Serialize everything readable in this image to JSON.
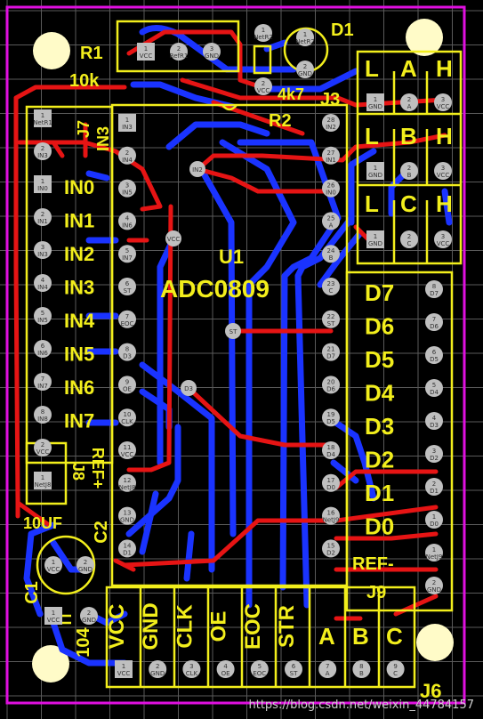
{
  "labels": {
    "r1_name": "R1",
    "r1_value": "10k",
    "r2_name": "R2",
    "r2_value": "4k7",
    "d1_name": "D1",
    "u1_name": "U1",
    "u1_part": "ADC0809",
    "j7_name": "J7",
    "j7_in3": "IN3",
    "j8_name": "J8",
    "j8_ref": "REF+",
    "j3_name": "J3",
    "j9_name": "J9",
    "j6_name": "J6",
    "c1_name": "C1",
    "c1_value": "104",
    "c2_name": "C2",
    "c2_value": "10UF"
  },
  "in_labels": [
    "IN0",
    "IN1",
    "IN2",
    "IN3",
    "IN4",
    "IN5",
    "IN6",
    "IN7"
  ],
  "d_labels": [
    "D7",
    "D6",
    "D5",
    "D4",
    "D3",
    "D2",
    "D1",
    "D0",
    "REF-"
  ],
  "bottom_labels": [
    "VCC",
    "GND",
    "CLK",
    "OE",
    "EOC",
    "STR",
    "A",
    "B",
    "C"
  ],
  "lh_rows": [
    [
      "L",
      "A",
      "H"
    ],
    [
      "L",
      "B",
      "H"
    ],
    [
      "L",
      "C",
      "H"
    ]
  ],
  "pads": {
    "r1": [
      "VCC",
      "RefR1",
      "GND"
    ],
    "j3": [
      [
        "GND",
        "A",
        "VCC"
      ],
      [
        "GND",
        "B",
        "VCC"
      ],
      [
        "GND",
        "C",
        "VCC"
      ]
    ],
    "left": [
      "NetR1",
      "IN3",
      "IN0",
      "IN1",
      "IN3",
      "IN4",
      "IN5",
      "IN6",
      "IN7",
      "IN8",
      "VCC",
      "NetJ8"
    ],
    "left_nums": [
      "1",
      "2",
      "1",
      "2",
      "3",
      "4",
      "5",
      "6",
      "7",
      "8",
      "2",
      "1"
    ],
    "u1_left": [
      "IN3",
      "IN4",
      "IN5",
      "IN6",
      "IN7",
      "ST",
      "EOC",
      "D3",
      "OE",
      "CLK",
      "VCC",
      "NetJ8",
      "GND",
      "D1"
    ],
    "u1_right": [
      "IN2",
      "IN1",
      "IN0",
      "A",
      "B",
      "C",
      "ST",
      "D7",
      "D6",
      "D5",
      "D4",
      "D0",
      "NetJ9",
      "D2"
    ],
    "j9": [
      "D7",
      "D6",
      "D5",
      "D4",
      "D3",
      "D2",
      "D1",
      "D0",
      "NetJ9",
      "GND"
    ],
    "bottom": [
      "VCC",
      "GND",
      "CLK",
      "OE",
      "EOC",
      "ST",
      "A",
      "B",
      "C"
    ],
    "c1": [
      "VCC",
      "GND"
    ],
    "c2": [
      "VCC",
      "GND"
    ],
    "d1": [
      "NetR2",
      "GND"
    ],
    "r2": [
      "NetR2",
      "VCC"
    ],
    "vias": [
      "IN2",
      "VCC",
      "ST",
      "D3"
    ]
  },
  "watermark": "https://blog.csdn.net/weixin_44784157",
  "colors": {
    "board": "#000000",
    "silk": "#f2ee1c",
    "top_copper": "#e61414",
    "bottom_copper": "#1a33ff",
    "pad": "#bfbfbf",
    "outline": "#e010e0"
  }
}
